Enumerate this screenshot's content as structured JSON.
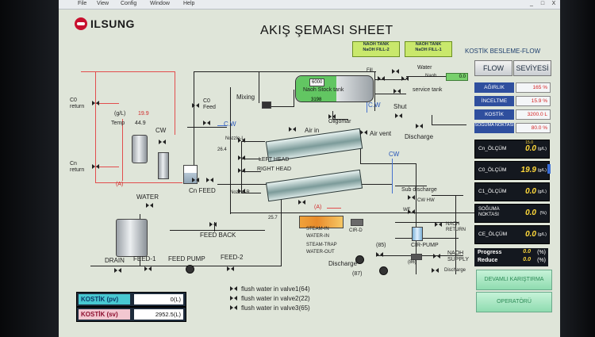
{
  "menu": {
    "items": [
      "File",
      "View",
      "Config",
      "Window",
      "Help"
    ]
  },
  "window_controls": {
    "minimize": "_",
    "maximize": "□",
    "close": "X"
  },
  "header": {
    "logo_text": "ILSUNG",
    "title": "AKIŞ ŞEMASI SHEET"
  },
  "tank_buttons": [
    {
      "line1": "NAOH TANK",
      "line2": "NaOH FILL-2"
    },
    {
      "line1": "NAOH TANK",
      "line2": "NaOH FILL-1"
    }
  ],
  "right_panel": {
    "header": "KOSTİK BESLEME-FLOW",
    "flow_label": "FLOW",
    "level_label": "SEVİYESİ",
    "params": [
      {
        "label": "AĞIRLIK",
        "value": "165",
        "unit": "%"
      },
      {
        "label": "İNCELTME",
        "value": "15.9",
        "unit": "%"
      },
      {
        "label": "KOSTİK",
        "value": "3200.0",
        "unit": "L"
      },
      {
        "label": "SOĞUMA NOKTASI",
        "value": "80.0",
        "unit": "%"
      }
    ],
    "measurements": [
      {
        "label": "Cn_ÖLÇÜM",
        "value": "0.0",
        "unit": "(g/L)",
        "small": "15.0"
      },
      {
        "label": "C0_ÖLÇÜM",
        "value": "19.9",
        "unit": "(g/L)"
      },
      {
        "label": "C1_ÖLÇÜM",
        "value": "0.0",
        "unit": "(g/L)"
      },
      {
        "label": "SOĞUMA NOKTASI",
        "value": "0.0",
        "unit": "(%)"
      },
      {
        "label": "CE_ÖLÇÜM",
        "value": "0.0",
        "unit": "(g/L)"
      }
    ],
    "progress": {
      "label": "Progress",
      "value": "0.0",
      "unit": "(%)"
    },
    "reduce": {
      "label": "Reduce",
      "value": "0.0",
      "unit": "(%)"
    },
    "btn_devamli": "DEVAMLI KARIŞTIRMA",
    "btn_operator": "OPERATÖRÜ"
  },
  "diagram": {
    "c0_return": "C0 return",
    "cn_return": "Cn return",
    "gl": "(g/L)",
    "gl_val": "19.9",
    "temp": "Temp",
    "temp_val": "44.9",
    "cw1": "CW",
    "cw2": "C.W",
    "cw3": "C.W",
    "cw4": "CW",
    "c0_feed": "C0 Feed",
    "mixing": "Mixing",
    "nozzle_l": "Nozzle-L",
    "nozzle_l_val": "26.4",
    "nozzle_r": "Nozzle-R",
    "left_head": "LEFT HEAD",
    "right_head": "RIGHT HEAD",
    "air_in": "Air in",
    "air_vent": "Air vent",
    "oligomar": "Oligomar",
    "shut": "Shut",
    "discharge1": "Discharge",
    "fill": "Fill",
    "water1": "Water",
    "naoh_lbl": "Naoh",
    "naoh_val": "0.0",
    "service_tank": "service tank",
    "stock_tank": "Naoh Stock tank",
    "stock_top": "6000",
    "stock_bottom": "3198",
    "a1": "(A)",
    "a2": "(A)",
    "cn_feed": "Cn FEED",
    "water2": "WATER",
    "feed_back": "FEED BACK",
    "val_257": "25.7",
    "sub_discharge": "Sub discharge",
    "cw_hw": "CW HW",
    "wf": "WF",
    "naoh_return": "NAOH RETURN",
    "cir_d": "CIR-D",
    "cir_pump": "CIR-PUMP",
    "naoh_supply": "NAOH SUPPLY",
    "discharge2": "Discharge",
    "discharge3": "Discharge",
    "val_85": "(85)",
    "val_87": "(87)",
    "val_86": "(86)",
    "steam_in": "STEAM-IN",
    "water_in": "WATER-IN",
    "steam_trap": "STEAM-TRAP",
    "water_out": "WATER-OUT",
    "drain": "DRAIN",
    "feed1": "FEED-1",
    "feed_pump": "FEED PUMP",
    "feed2": "FEED-2"
  },
  "flush": [
    "flush water in valve1(64)",
    "flush water in valve2(22)",
    "flush water in valve3(65)"
  ],
  "kostik_pv": {
    "label": "KOSTİK (pv)",
    "value": "0(L)"
  },
  "kostik_sv": {
    "label": "KOSTİK (sv)",
    "value": "2952.5(L)"
  },
  "colors": {
    "accent_blue": "#2f4f9e",
    "measure_yellow": "#ffd93b",
    "alarm_red": "#d62222",
    "tank_green": "#c9e86c"
  }
}
